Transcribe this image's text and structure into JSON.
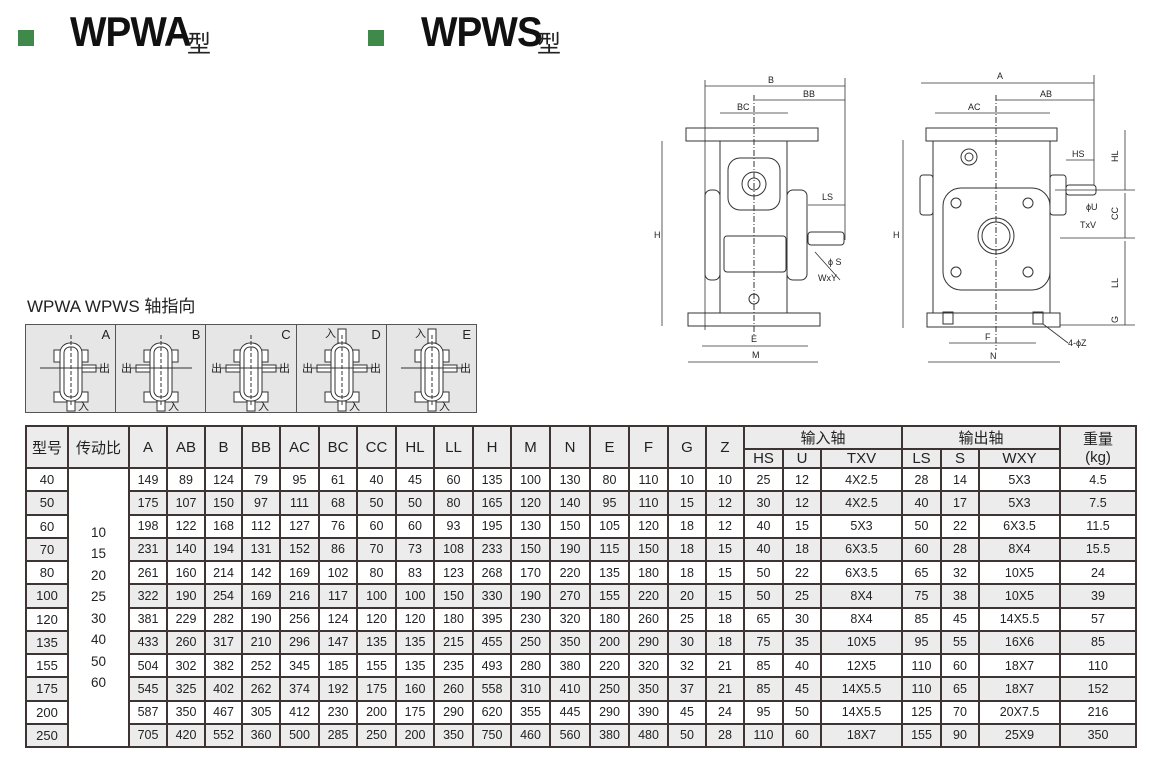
{
  "titles": [
    {
      "name": "WPWA",
      "suffix": "型"
    },
    {
      "name": "WPWS",
      "suffix": "型"
    }
  ],
  "colors": {
    "accent": "#3f8a4a",
    "border": "#3e3434",
    "shade": "#ececec"
  },
  "direction": {
    "title": "WPWA WPWS 轴指向",
    "in_label": "入",
    "out_label": "出",
    "cells": [
      "A",
      "B",
      "C",
      "D",
      "E"
    ]
  },
  "drawing_labels": {
    "left": {
      "B": "B",
      "BB": "BB",
      "BC": "BC",
      "H": "H",
      "LS": "LS",
      "S": "ϕ S",
      "WXY": "WxY",
      "E": "E",
      "M": "M"
    },
    "right": {
      "A": "A",
      "AB": "AB",
      "AC": "AC",
      "HL": "HL",
      "CC": "CC",
      "LL": "LL",
      "H": "H",
      "HS": "HS",
      "U": "ϕU",
      "TXV": "TxV",
      "G": "G",
      "F": "F",
      "N": "N",
      "Z": "4-ϕZ"
    }
  },
  "table": {
    "headers": {
      "model": "型号",
      "ratio": "传动比",
      "dims": [
        "A",
        "AB",
        "B",
        "BB",
        "AC",
        "BC",
        "CC",
        "HL",
        "LL",
        "H",
        "M",
        "N",
        "E",
        "F",
        "G",
        "Z"
      ],
      "input_group": "输入轴",
      "input": [
        "HS",
        "U",
        "TXV"
      ],
      "output_group": "输出轴",
      "output": [
        "LS",
        "S",
        "WXY"
      ],
      "weight": "重量\n(kg)"
    },
    "ratios": [
      "10",
      "15",
      "20",
      "25",
      "30",
      "40",
      "50",
      "60"
    ],
    "rows": [
      [
        "40",
        "149",
        "89",
        "124",
        "79",
        "95",
        "61",
        "40",
        "45",
        "60",
        "135",
        "100",
        "130",
        "80",
        "110",
        "10",
        "10",
        "25",
        "12",
        "4X2.5",
        "28",
        "14",
        "5X3",
        "4.5"
      ],
      [
        "50",
        "175",
        "107",
        "150",
        "97",
        "111",
        "68",
        "50",
        "50",
        "80",
        "165",
        "120",
        "140",
        "95",
        "110",
        "15",
        "12",
        "30",
        "12",
        "4X2.5",
        "40",
        "17",
        "5X3",
        "7.5"
      ],
      [
        "60",
        "198",
        "122",
        "168",
        "112",
        "127",
        "76",
        "60",
        "60",
        "93",
        "195",
        "130",
        "150",
        "105",
        "120",
        "18",
        "12",
        "40",
        "15",
        "5X3",
        "50",
        "22",
        "6X3.5",
        "11.5"
      ],
      [
        "70",
        "231",
        "140",
        "194",
        "131",
        "152",
        "86",
        "70",
        "73",
        "108",
        "233",
        "150",
        "190",
        "115",
        "150",
        "18",
        "15",
        "40",
        "18",
        "6X3.5",
        "60",
        "28",
        "8X4",
        "15.5"
      ],
      [
        "80",
        "261",
        "160",
        "214",
        "142",
        "169",
        "102",
        "80",
        "83",
        "123",
        "268",
        "170",
        "220",
        "135",
        "180",
        "18",
        "15",
        "50",
        "22",
        "6X3.5",
        "65",
        "32",
        "10X5",
        "24"
      ],
      [
        "100",
        "322",
        "190",
        "254",
        "169",
        "216",
        "117",
        "100",
        "100",
        "150",
        "330",
        "190",
        "270",
        "155",
        "220",
        "20",
        "15",
        "50",
        "25",
        "8X4",
        "75",
        "38",
        "10X5",
        "39"
      ],
      [
        "120",
        "381",
        "229",
        "282",
        "190",
        "256",
        "124",
        "120",
        "120",
        "180",
        "395",
        "230",
        "320",
        "180",
        "260",
        "25",
        "18",
        "65",
        "30",
        "8X4",
        "85",
        "45",
        "14X5.5",
        "57"
      ],
      [
        "135",
        "433",
        "260",
        "317",
        "210",
        "296",
        "147",
        "135",
        "135",
        "215",
        "455",
        "250",
        "350",
        "200",
        "290",
        "30",
        "18",
        "75",
        "35",
        "10X5",
        "95",
        "55",
        "16X6",
        "85"
      ],
      [
        "155",
        "504",
        "302",
        "382",
        "252",
        "345",
        "185",
        "155",
        "135",
        "235",
        "493",
        "280",
        "380",
        "220",
        "320",
        "32",
        "21",
        "85",
        "40",
        "12X5",
        "110",
        "60",
        "18X7",
        "110"
      ],
      [
        "175",
        "545",
        "325",
        "402",
        "262",
        "374",
        "192",
        "175",
        "160",
        "260",
        "558",
        "310",
        "410",
        "250",
        "350",
        "37",
        "21",
        "85",
        "45",
        "14X5.5",
        "110",
        "65",
        "18X7",
        "152"
      ],
      [
        "200",
        "587",
        "350",
        "467",
        "305",
        "412",
        "230",
        "200",
        "175",
        "290",
        "620",
        "355",
        "445",
        "290",
        "390",
        "45",
        "24",
        "95",
        "50",
        "14X5.5",
        "125",
        "70",
        "20X7.5",
        "216"
      ],
      [
        "250",
        "705",
        "420",
        "552",
        "360",
        "500",
        "285",
        "250",
        "200",
        "350",
        "750",
        "460",
        "560",
        "380",
        "480",
        "50",
        "28",
        "110",
        "60",
        "18X7",
        "155",
        "90",
        "25X9",
        "350"
      ]
    ]
  }
}
